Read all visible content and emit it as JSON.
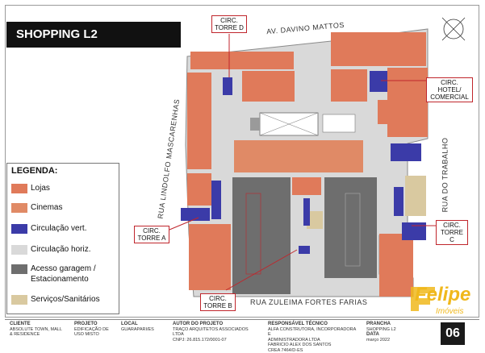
{
  "title": "SHOPPING L2",
  "colors": {
    "lojas": "#e07a5a",
    "cinemas": "#e08a66",
    "circulacao_vert": "#3b3ba8",
    "circulacao_horiz": "#d9d9d9",
    "garagem": "#6e6e6e",
    "servicos": "#d9c9a0",
    "callout": "#c0262c",
    "brand": "#f0b81c"
  },
  "legend": {
    "title": "LEGENDA:",
    "items": [
      {
        "label": "Lojas",
        "color": "#e07a5a"
      },
      {
        "label": "Cinemas",
        "color": "#e08a66"
      },
      {
        "label": "Circulação vert.",
        "color": "#3b3ba8"
      },
      {
        "label": "Circulação horiz.",
        "color": "#d9d9d9"
      },
      {
        "label": "Acesso garagem /\nEstacionamento",
        "color": "#6e6e6e"
      },
      {
        "label": "Serviços/Sanitários",
        "color": "#d9c9a0"
      }
    ]
  },
  "callouts": {
    "torre_d": "CIRC.\nTORRE D",
    "hotel": "CIRC.\nHOTEL/\nCOMERCIAL",
    "torre_a": "CIRC.\nTORRE A",
    "torre_b": "CIRC.\nTORRE B",
    "torre_c": "CIRC.\nTORRE C"
  },
  "streets": {
    "north": "AV. DAVINO MATTOS",
    "west": "RUA LINDOLFO MASCARENHAS",
    "east": "RUA DO TRABALHO",
    "south": "RUA ZULEIMA FORTES FARIAS"
  },
  "footer": {
    "cliente_h": "CLIENTE",
    "cliente_v": "ABSOLUTE TOWN, MALL\n& RESIDENCE",
    "projeto_h": "PROJETO",
    "projeto_v": "EDIFICAÇÃO DE\nUSO MISTO",
    "local_h": "LOCAL",
    "local_v": "GUARAPARI/ES",
    "autor_h": "AUTOR DO PROJETO",
    "autor_v": "TRAÇO ARQUITETOS ASSOCIADOS\nLTDA\nCNPJ: 26.815.172/0001-07",
    "resp_h": "RESPONSÁVEL TÉCNICO",
    "resp_v": "ALFA CONSTRUTORA, INCORPORADORA E\nADMINISTRADORA LTDA\nFABRICIO ALEX DOS SANTOS\nCREA 7464/D-ES",
    "prancha_h": "PRANCHA",
    "prancha_v": "SHOPPING L2",
    "data_h": "DATA",
    "data_v": "março 2022",
    "sheet": "06"
  },
  "brand": {
    "name": "Felipe",
    "sub": "Imóveis"
  }
}
